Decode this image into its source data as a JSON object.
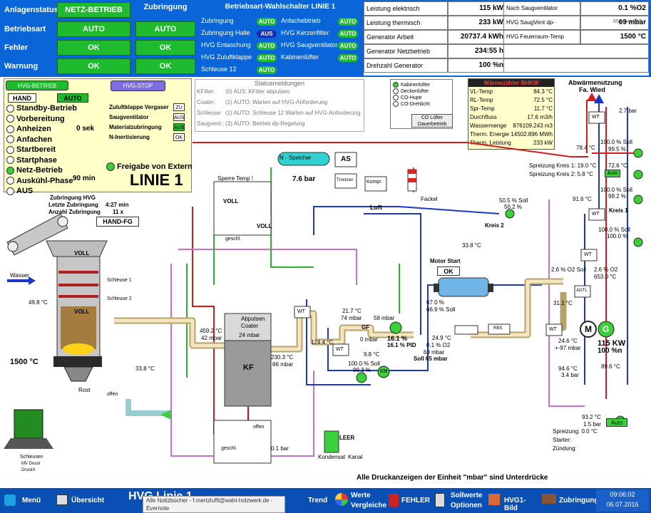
{
  "header": {
    "anlagenstatus_label": "Anlagenstatus",
    "anlagenstatus_value": "NETZ-BETRIEB",
    "betriebsart_label": "Betriebsart",
    "betriebsart_value": "AUTO",
    "fehler_label": "Fehler",
    "fehler_value": "OK",
    "warnung_label": "Warnung",
    "warnung_value": "OK",
    "zubringung_title": "Zubringung",
    "zubringung_values": [
      "AUTO",
      "OK",
      "OK"
    ],
    "wahlschalter_title": "Betriebsart-Wahlschalter LINIE 1",
    "wahl_rows": [
      {
        "l": "Zubringung",
        "lv": "AUTO",
        "r": "Anfachebtrieb",
        "rv": "AUTO"
      },
      {
        "l": "Zubringung Halle",
        "lv": "AUS",
        "r": "HVG Kerzenfilter",
        "rv": "AUTO"
      },
      {
        "l": "HVG Entaschung",
        "lv": "AUTO",
        "r": "HVG Saugventilator",
        "rv": "AUTO"
      },
      {
        "l": "HVG Zuluftklappe",
        "lv": "AUTO",
        "r": "Kabinenlüfter",
        "rv": "AUTO"
      },
      {
        "l": "Schleuse 12",
        "lv": "AUTO",
        "r": "",
        "rv": ""
      }
    ],
    "metrics_left": [
      {
        "label": "Leistung elektrisch",
        "value": "115 kW"
      },
      {
        "label": "Leistung thermisch",
        "value": "233 kW"
      },
      {
        "label": "Generator Arbeit",
        "value": "20737.4 kWh"
      },
      {
        "label": "Generator Netzbetrieb",
        "value": "234:55 h"
      },
      {
        "label": "Drehzahl Generator",
        "value": "100 %n"
      }
    ],
    "metrics_right": [
      {
        "label": "Nach Saugventilator",
        "value": "0.1 %O2"
      },
      {
        "label": "HVG SaugVent dp-Regelung",
        "value": "69 mbar",
        "extra": "65 mbar Soll"
      },
      {
        "label": "HVG Feuerraum-Temp",
        "value": "1500 °C"
      }
    ]
  },
  "hvg_panel": {
    "betrieb_button": "HVG-BETRIEB",
    "stop_button": "HVG-STOP",
    "hand_label": "HAND",
    "auto_label": "AUTO",
    "states": [
      "Standby-Betrieb",
      "Vorbereitung",
      "Anheizen",
      "Anfachen",
      "Startbereit",
      "Startphase",
      "Netz-Betrieb",
      "Auskühl-Phase",
      "AUS"
    ],
    "active_state": "Netz-Betrieb",
    "anheizen_time": "0 sek",
    "auskuehl_time": "90 min",
    "checks": [
      {
        "label": "Zuluftklappe Vergaser",
        "value": "ZU"
      },
      {
        "label": "Saugventilator",
        "value": "AUS"
      },
      {
        "label": "Materialzubringung",
        "value": "AUS"
      },
      {
        "label": "N-Inertisierung",
        "value": "OK"
      }
    ],
    "freigabe_label": "Freigabe von Extern",
    "line_title": "LINIE 1"
  },
  "status": {
    "title": "Statusmeldungen",
    "rows": [
      {
        "k": "KFilter:",
        "v": "(0) AUS: KFilter abpulsen"
      },
      {
        "k": "Coater:",
        "v": "(1) AUTO: Warten auf HVG-Anforderung"
      },
      {
        "k": "Schleuse:",
        "v": "(1) AUTO: Schleuse 12 Warten auf HVG-Anforderung"
      },
      {
        "k": "Saugvent.:",
        "v": "(3) AUTO: Betrieb dp-Regelung"
      }
    ]
  },
  "cabin": {
    "items": [
      "Kabinenlüfter",
      "Deckenlüfter",
      "CO-Hupe",
      "CO-Drehlicht"
    ],
    "co_button": "CO Lüfter Dauerbetrieb"
  },
  "waermezaehler": {
    "title": "Wärmezähler BHKW",
    "rows": [
      {
        "l": "VL-Temp",
        "v": "84.3 °C"
      },
      {
        "l": "RL-Temp",
        "v": "72.5 °C"
      },
      {
        "l": "Spr-Temp",
        "v": "11.7 °C"
      },
      {
        "l": "Durchfluss",
        "v": "17.6 m3/h"
      },
      {
        "l": "Wassermenge",
        "v": "876109.243 m3"
      },
      {
        "l": "Therm. Energie",
        "v": "14502.896 MWh"
      },
      {
        "l": "Therm. Leistung",
        "v": "233 kW"
      }
    ]
  },
  "waermenutzung": {
    "title": "Abwärmenutzung",
    "subtitle": "Fa. Wied",
    "values": [
      "2.7 bar",
      "78.4 °C",
      "100.0 % Soll",
      "99.5 %",
      "72.6 °C",
      "Auto",
      "100.0 % Soll",
      "99.2 %",
      "91.6 °C",
      "Kreis 1",
      "100.0 % Soll",
      "100.0 %"
    ],
    "spreizung1": "Spreizung Kreis 1:  19.0 °C",
    "spreizung2": "Spreizung Kreis 2:  5.8 °C"
  },
  "process": {
    "n_speicher": "N - Speicher",
    "as": "AS",
    "trockner": "Trockner",
    "kompr": "Kompr.",
    "luft": "Luft",
    "fackel": "Fackel",
    "sperre": "Sperre Temp !",
    "pressure": "7.6 bar",
    "voll": "VOLL",
    "gschl": "geschl.",
    "zub_hvg": "Zubringung HVG",
    "letzte": "Letzte Zubringung",
    "letzte_val": "4:27 min",
    "anzahl": "Anzahl Zubringung",
    "anzahl_val": "11 x",
    "hand_fg": "HAND-FG",
    "wasser": "Wasser",
    "schleuse1": "Schleuse 1",
    "schleuse2": "Schleuse 2",
    "temp_49": "49.8 °C",
    "temp_1500": "1500 °C",
    "temp_338": "33.8 °C",
    "rost": "Rost",
    "offen": "offen",
    "schleusen": "Schleusen",
    "mv_druck": "MV Druck",
    "druck_x": "DruckX",
    "abpulsen": "Abpulsen",
    "coater": "Coater",
    "mbar24": "24 mbar",
    "kf": "KF",
    "t459": "459.2 °C",
    "mbar42": "42 mbar",
    "t230": "230.3 °C",
    "mbar66": "66 mbar",
    "t124": "124.4 °C",
    "wt": "WT",
    "t217": "21.7 °C",
    "mbar74": "74 mbar",
    "mbar58": "58 mbar",
    "gf": "GF",
    "mbar0": "0 mbar",
    "pct161": "16.1 %",
    "pid": "16.1 % PID",
    "t98": "9.8 °C",
    "soll100": "100.0 % Soll",
    "pct993": "99.3 %",
    "km": "KM",
    "t249": "24.9 °C",
    "o2": "0.1 % O2",
    "mbar68": "68 mbar",
    "soll65": "Soll 65 mbar",
    "motor_start": "Motor Start",
    "ok": "OK",
    "pct670": "67.0 %",
    "soll669": "66.9 % Soll",
    "t338b": "33.8 °C",
    "kreis2": "Kreis 2",
    "soll505": "50.5 % Soll",
    "pct502": "50.2 %",
    "o2soll": "2.6 % O2 Soll",
    "o2act": "2.6 % O2",
    "t653": "653.0 °C",
    "agtl": "AGTL",
    "t311": "31.1 °C",
    "t246": "24.6 °C",
    "mbar97": "+-97 mbar",
    "t945": "94.6 °C",
    "bar34": "3.4 bar",
    "kw115": "115 KW",
    "n100": "100 %n",
    "t896": "89.6 °C",
    "t932": "93.2 °C",
    "bar15": "1.5 bar",
    "auto": "Auto",
    "spreizung": "Spreizung:  0.0 °C",
    "starter": "Starter:",
    "zuendung": "Zündung:",
    "bar01": "0.1 bar",
    "leer": "LEER",
    "kondensat": "Kondensat",
    "kanal": "Kanal",
    "rbs": "RBS",
    "footnote": "Alle Druckanzeigen der Einheit \"mbar\" sind Unterdrücke"
  },
  "taskbar": {
    "menu": "Menü",
    "uebersicht": "Übersicht",
    "title": "HVG Linie 1",
    "notif_line1": "Alle Notizbücher - f.mertzlufft@wahl-holzwerk.de -",
    "notif_line2": "Evernote",
    "trend": "Trend",
    "werte": "Werte",
    "vergleiche": "Vergleiche",
    "fehler": "FEHLER",
    "sollwerte": "Sollwerte",
    "optionen": "Optionen",
    "hvg1": "HVG1-Bild",
    "zubringung": "Zubringung",
    "time": "09:06:02",
    "date": "06.07.2016"
  }
}
